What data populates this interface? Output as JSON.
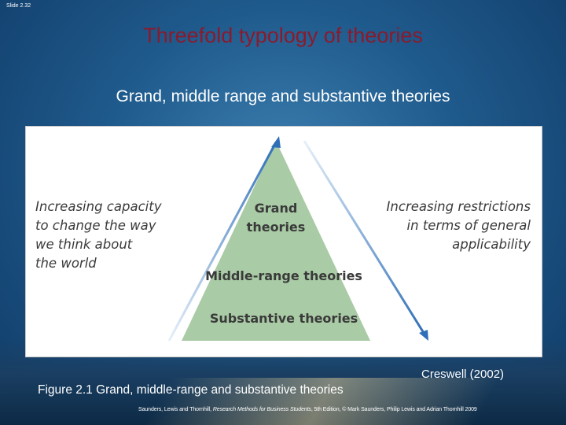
{
  "slide_number": "Slide 2.32",
  "title": "Threefold typology of theories",
  "subtitle": "Grand, middle range and substantive theories",
  "diagram": {
    "left_text_lines": [
      "Increasing capacity",
      "to change the way",
      "we think about",
      "the world"
    ],
    "right_text_lines": [
      "Increasing restrictions",
      "in terms of general",
      "applicability"
    ],
    "grand_lines": [
      "Grand",
      "theories"
    ],
    "middle": "Middle-range theories",
    "substantive": "Substantive theories"
  },
  "source": "Creswell (2002)",
  "caption": "Figure 2.1  Grand, middle-range and substantive theories",
  "credit": {
    "authors": "Saunders, Lewis and Thornhill, ",
    "book": "Research Methods for Business Students",
    "edition": ", 5th Edition, © Mark Saunders, Philip Lewis and Adrian Thornhill 2009"
  },
  "colors": {
    "title": "#8b1a2c",
    "triangle_fill": "#a9cba5",
    "arrow_dark": "#2f6fb7",
    "arrow_light": "#bcd7ee"
  }
}
